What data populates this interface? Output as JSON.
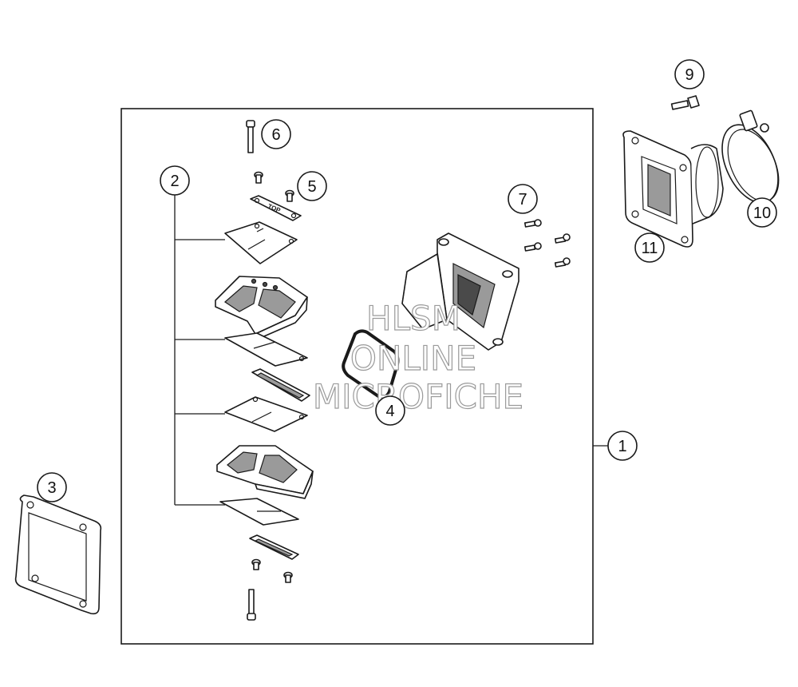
{
  "callouts": [
    {
      "id": "1",
      "label": "1"
    },
    {
      "id": "2",
      "label": "2"
    },
    {
      "id": "3",
      "label": "3"
    },
    {
      "id": "4",
      "label": "4"
    },
    {
      "id": "5",
      "label": "5"
    },
    {
      "id": "6",
      "label": "6"
    },
    {
      "id": "7",
      "label": "7"
    },
    {
      "id": "9",
      "label": "9"
    },
    {
      "id": "10",
      "label": "10"
    },
    {
      "id": "11",
      "label": "11"
    }
  ],
  "part_marking": "TOP",
  "watermark": {
    "line1": "HLSM",
    "line2": "ONLINE",
    "line3": "MICROFICHE",
    "color": "#9a9a9a"
  },
  "colors": {
    "line": "#1a1a1a",
    "background": "#ffffff"
  }
}
